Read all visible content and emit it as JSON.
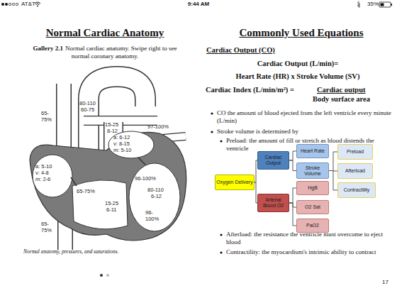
{
  "diagram": {
    "caption": "Normal anatomy, pressures, and saturations.",
    "nodes": [
      {
        "text": [
          "Oxygen Delivery"
        ]
      },
      {
        "text": [
          "Cardiac Output"
        ]
      },
      {
        "text": [
          "Heart Rate"
        ]
      },
      {
        "text": [
          "Stroke Volume"
        ]
      },
      {
        "text": [
          "Preload"
        ]
      },
      {
        "text": [
          "Afterload"
        ]
      },
      {
        "text": [
          "Contractility"
        ]
      },
      {
        "text": [
          "Arterial Blood O2"
        ]
      },
      {
        "text": [
          "HgB"
        ]
      },
      {
        "text": [
          "O2 Sat"
        ]
      },
      {
        "text": [
          "PaO2"
        ]
      }
    ],
    "edges": [
      {
        "from": 0,
        "to": 1,
        "arrow": "none"
      },
      {
        "from": 0,
        "to": 7,
        "arrow": "none"
      },
      {
        "from": 1,
        "to": 2,
        "arrow": "none"
      },
      {
        "from": 1,
        "to": 3,
        "arrow": "none"
      },
      {
        "from": 3,
        "to": 4,
        "arrow": "none"
      },
      {
        "from": 3,
        "to": 5,
        "arrow": "none"
      },
      {
        "from": 3,
        "to": 6,
        "arrow": "none"
      },
      {
        "from": 7,
        "to": 8,
        "arrow": "none"
      },
      {
        "from": 7,
        "to": 9,
        "arrow": "none"
      },
      {
        "from": 7,
        "to": 10,
        "arrow": "none"
      }
    ],
    "labels": [
      "AT&T",
      "9:44 AM",
      "35%",
      "Normal Cardiac Anatomy",
      "Gallery 2.1",
      "Normal cardiac anatomy. Swipe right to see normal coronary anatomy.",
      "80-110",
      "60-75",
      "65-75%",
      "15-25",
      "8-12",
      "97-100%",
      "a: 6-12",
      "v: 8-15",
      "m: 5-10",
      "a: 5-10",
      "v: 4-8",
      "m: 2-6",
      "96-100%",
      "65-75%",
      "80-110",
      "6-12",
      "15-25",
      "6-11",
      "65-75%",
      "96-100%",
      "Commonly Used Equations",
      "Cardiac Output (CO)",
      "Cardiac Output (L/min)=",
      "Heart Rate (HR) x Stroke Volume (SV)",
      "Cardiac Index (L/min/m²) =",
      "Cardiac output",
      "Body surface area",
      "CO the amount of blood ejected from the left ventricle every minute (L/min)",
      "Stroke volume is determined by",
      "Preload: the amount of fill or stretch as blood distends the ventricle",
      "Afterload: the resistance the ventricle must overcome to eject blood",
      "Contractility: the myocardium's intrinsic ability to contract",
      "17"
    ]
  }
}
